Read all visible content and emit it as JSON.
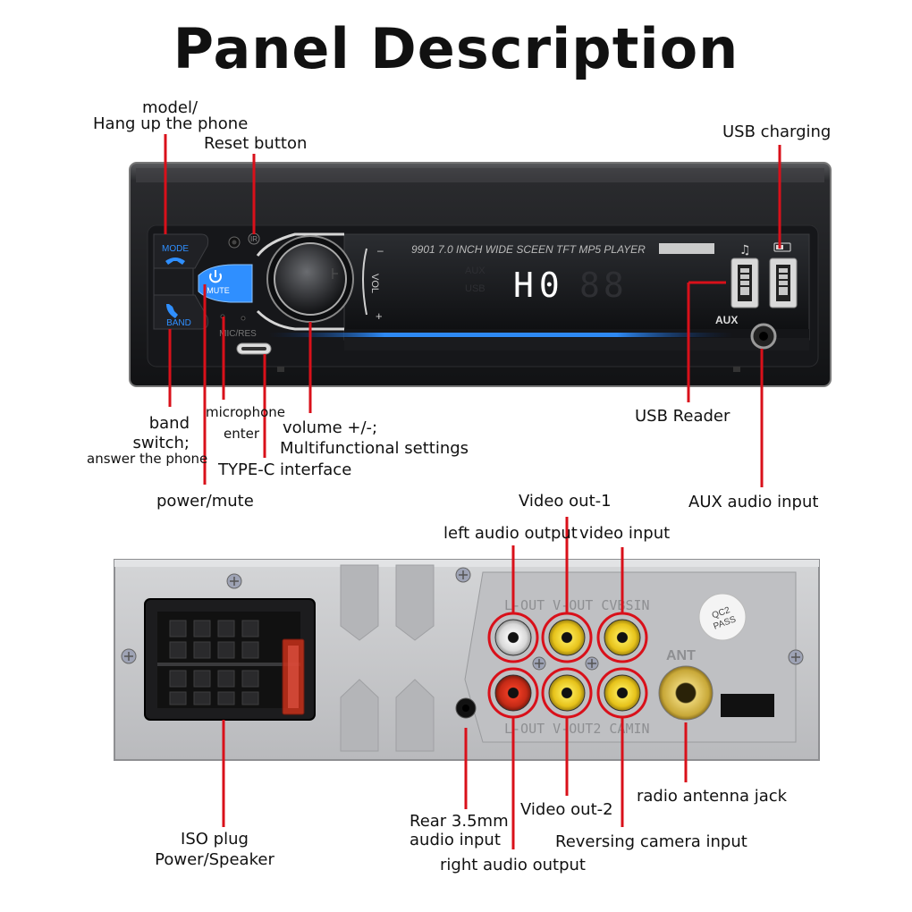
{
  "title": "Panel Description",
  "front_panel": {
    "buttons": {
      "mode": "MODE",
      "band": "BAND",
      "mute": "MUTE",
      "mic_res": "MIC/RES",
      "ir": "IR"
    },
    "screen": {
      "model_text": "9901  7.0 INCH WIDE SCEEN TFT MP5 PLAYER",
      "display": "H0",
      "vol": "VOL",
      "plus": "+",
      "minus": "–",
      "aux": "AUX"
    }
  },
  "rear_panel": {
    "top_markings": "L-OUT  V-OUT  CVBSIN",
    "bottom_markings": "L-OUT  V-OUT2  CAMIN",
    "ant": "ANT",
    "sticker": [
      "QC2",
      "PASS"
    ]
  },
  "labels": {
    "model": "model/",
    "hang_up": "Hang up the phone",
    "reset": "Reset button",
    "usb_charging": "USB charging",
    "band": "band",
    "switch": "switch;",
    "answer": "answer the phone",
    "microphone": "microphone",
    "enter": "enter",
    "volume": "volume +/-;",
    "multifunctional": "Multifunctional settings",
    "typec": "TYPE-C interface",
    "power_mute": "power/mute",
    "usb_reader": "USB Reader",
    "aux_input": "AUX audio input",
    "video_out_1": "Video out-1",
    "left_audio": "left audio output",
    "video_input": "video input",
    "iso_plug": "ISO plug",
    "power_speaker": "Power/Speaker",
    "rear_35": "Rear 3.5mm",
    "audio_input": "audio input",
    "right_audio": "right audio output",
    "video_out_2": "Video out-2",
    "radio_antenna": "radio antenna jack",
    "reversing": "Reversing camera input"
  },
  "colors": {
    "leader": "#d9101a",
    "accent_blue": "#2f8fff",
    "unit_body": "#1b1c1f",
    "chassis": "#c8c9cb"
  }
}
